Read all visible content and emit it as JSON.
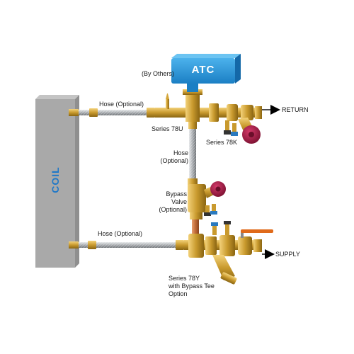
{
  "coil": {
    "label": "COIL"
  },
  "atc": {
    "label": "ATC",
    "by_others": "(By Others)"
  },
  "labels": {
    "hose_top": "Hose (Optional)",
    "series_78u": "Series 78U",
    "series_78k": "Series 78K",
    "hose_mid_line1": "Hose",
    "hose_mid_line2": "(Optional)",
    "bypass_line1": "Bypass",
    "bypass_line2": "Valve",
    "bypass_line3": "(Optional)",
    "hose_bottom": "Hose (Optional)",
    "series_78y_line1": "Series 78Y",
    "series_78y_line2": "with Bypass Tee",
    "series_78y_line3": "Option",
    "return": "RETURN",
    "supply": "SUPPLY"
  },
  "colors": {
    "coil_face": "#a9a9a9",
    "coil_side": "#8f8f8f",
    "coil_label": "#1f78c8",
    "atc_blue": "#2a96d8",
    "brass": "#c99a2e",
    "brass_dark": "#9c7418",
    "hose": "#b8bcc0",
    "handle_red": "#a81c48",
    "lever_orange": "#e06a1a"
  }
}
